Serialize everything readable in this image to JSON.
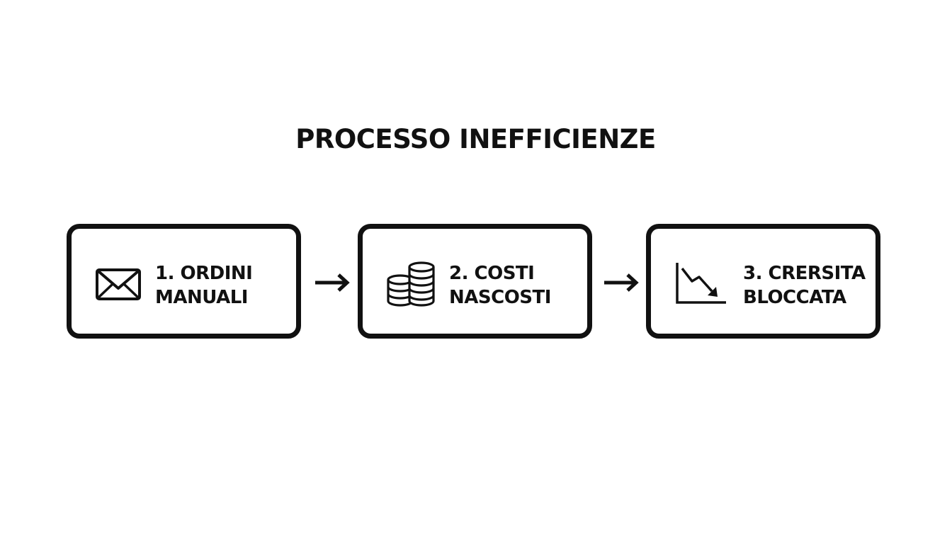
{
  "diagram": {
    "title": "PROCESSO INEFFICIENZE",
    "steps": [
      {
        "line1": "1. ORDINI",
        "line2": "MANUALI",
        "icon": "envelope-icon"
      },
      {
        "line1": "2. COSTI",
        "line2": "NASCOSTI",
        "icon": "coins-stack-icon"
      },
      {
        "line1": "3. CRERSITA",
        "line2": "BLOCCATA",
        "icon": "declining-chart-icon"
      }
    ],
    "connector_icon": "arrow-right-icon"
  },
  "colors": {
    "stroke": "#111111",
    "background": "#ffffff"
  }
}
